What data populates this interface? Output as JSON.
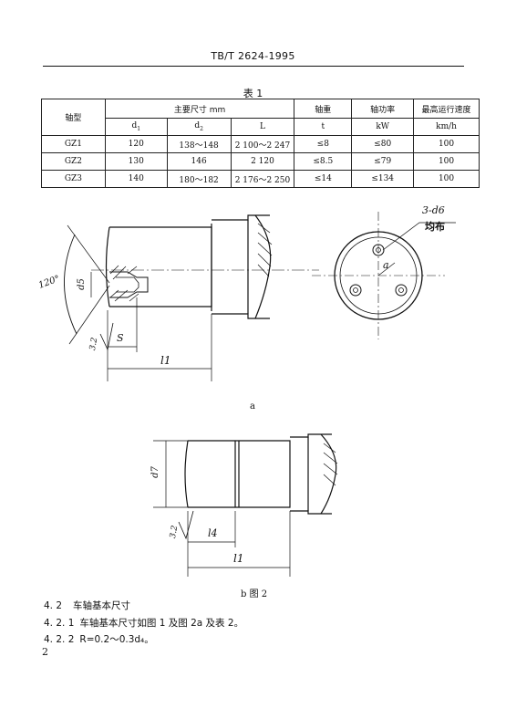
{
  "header": {
    "standard": "TB/T  2624-1995"
  },
  "table": {
    "caption": "表 1",
    "head": {
      "axle_type": "轴型",
      "main_dims": "主要尺寸 mm",
      "axle_weight": "轴重",
      "axle_power": "轴功率",
      "max_speed": "最高运行速度"
    },
    "sub": {
      "d1": "d",
      "d1_sub": "1",
      "d2": "d",
      "d2_sub": "2",
      "L": "L",
      "t": "t",
      "kw": "kW",
      "kmh": "km/h"
    },
    "rows": [
      {
        "type": "GZ1",
        "d1": "120",
        "d2": "138～148",
        "L": "2 100～2 247",
        "t": "≤8",
        "kw": "≤80",
        "speed": "100"
      },
      {
        "type": "GZ2",
        "d1": "130",
        "d2": "146",
        "L": "2 120",
        "t": "≤8.5",
        "kw": "≤79",
        "speed": "100"
      },
      {
        "type": "GZ3",
        "d1": "140",
        "d2": "180～182",
        "L": "2 176～2 250",
        "t": "≤14",
        "kw": "≤134",
        "speed": "100"
      }
    ]
  },
  "figure_a": {
    "angle": "120°",
    "d5": "d5",
    "s": "S",
    "roughness": "3.2",
    "l1": "l1",
    "holes_note": "3-d6",
    "holes_note2": "均布",
    "radius": "a",
    "label": "a"
  },
  "figure_b": {
    "d7": "d7",
    "roughness": "3.2",
    "l4": "l4",
    "l1": "l1",
    "label": "b 图 2"
  },
  "sections": [
    {
      "num": "4. 2",
      "text": "车轴基本尺寸"
    },
    {
      "num": "4. 2. 1",
      "text": "车轴基本尺寸如图 1 及图 2a 及表 2。"
    },
    {
      "num": "4. 2. 2",
      "text": "R=0.2～0.3d₄。"
    }
  ],
  "page_number": "2"
}
